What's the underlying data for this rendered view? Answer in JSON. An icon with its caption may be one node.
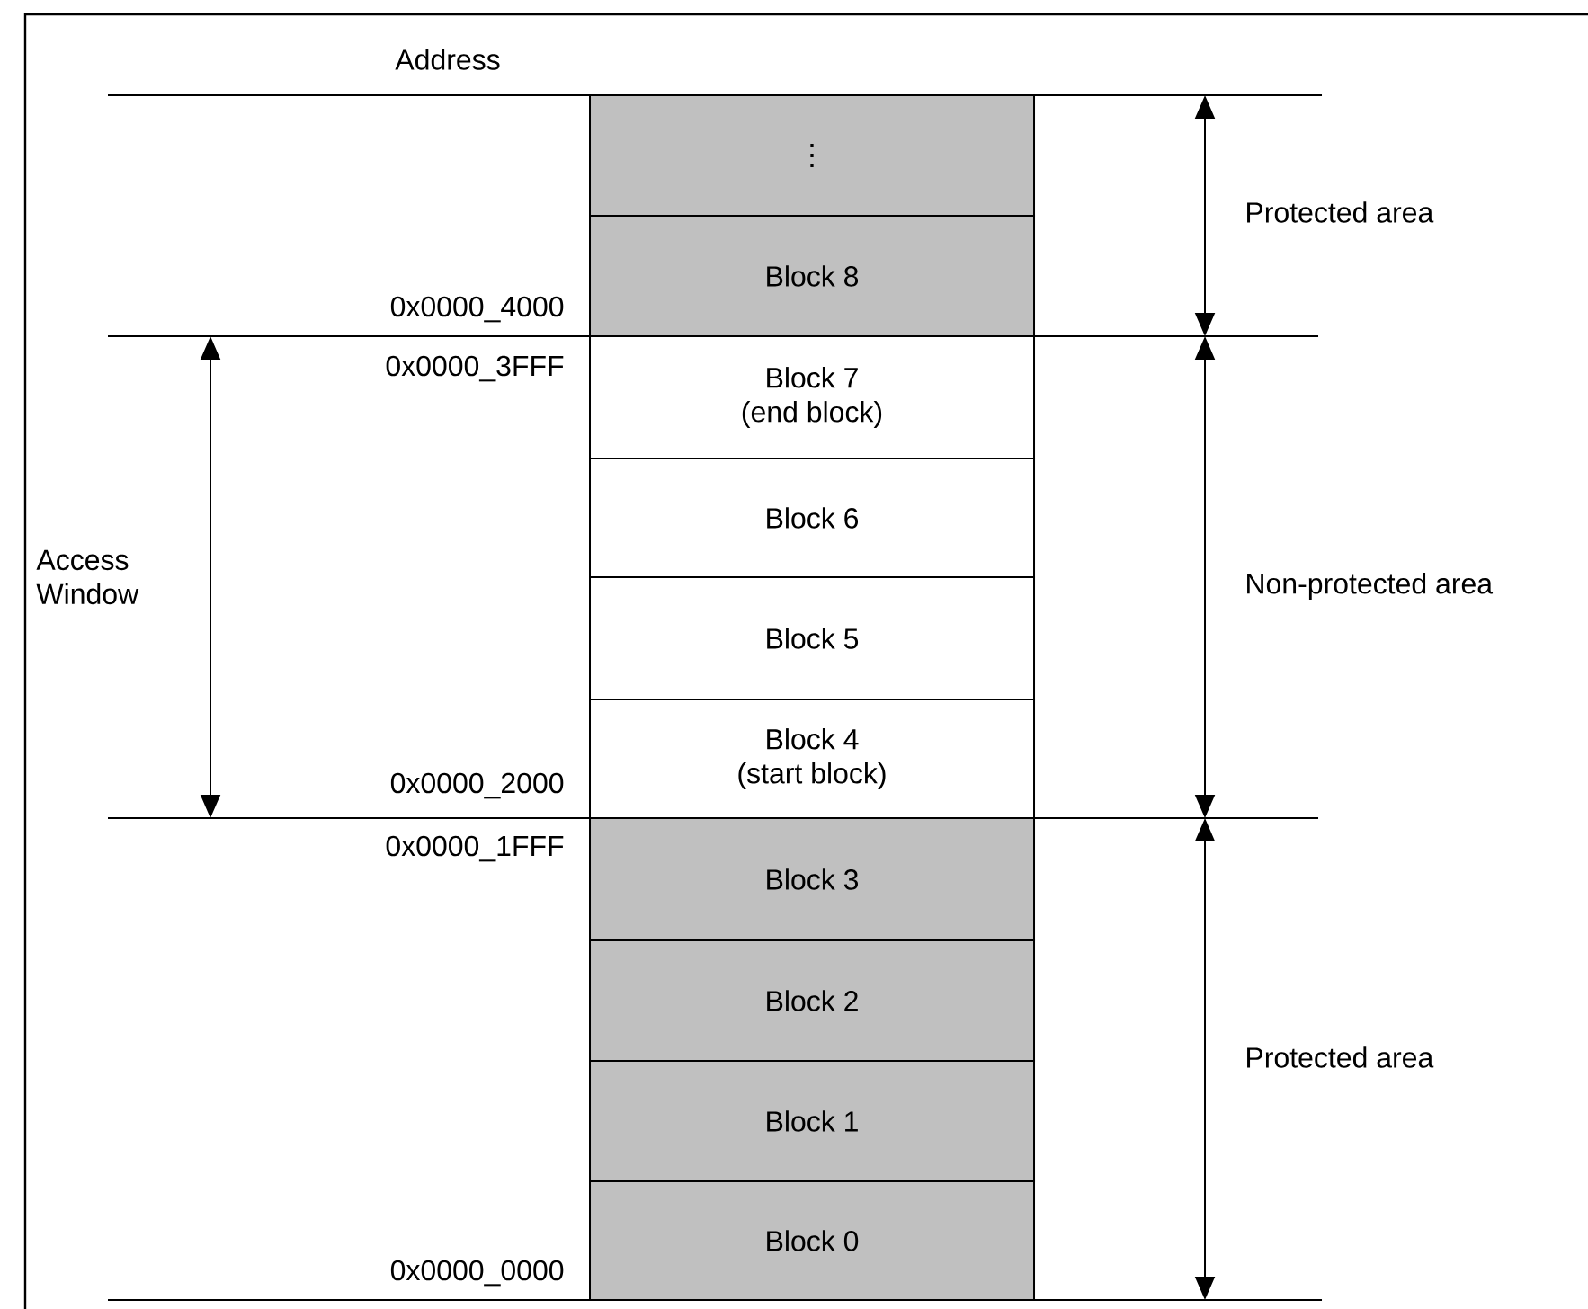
{
  "diagram": {
    "nodes": [
      {
        "text": [
          "⋮"
        ]
      },
      {
        "text": [
          "Block 8"
        ]
      },
      {
        "text": [
          "Block 7",
          "(end block)"
        ]
      },
      {
        "text": [
          "Block 6"
        ]
      },
      {
        "text": [
          "Block 5"
        ]
      },
      {
        "text": [
          "Block 4",
          "(start block)"
        ]
      },
      {
        "text": [
          "Block 3"
        ]
      },
      {
        "text": [
          "Block 2"
        ]
      },
      {
        "text": [
          "Block 1"
        ]
      },
      {
        "text": [
          "Block 0"
        ]
      }
    ],
    "edges": [],
    "labels": [
      "Address",
      "Protected area",
      "0x0000_4000",
      "0x0000_3FFF",
      "Access Window",
      "Non-protected area",
      "0x0000_2000",
      "0x0000_1FFF",
      "Protected area",
      "0x0000_0000"
    ]
  }
}
